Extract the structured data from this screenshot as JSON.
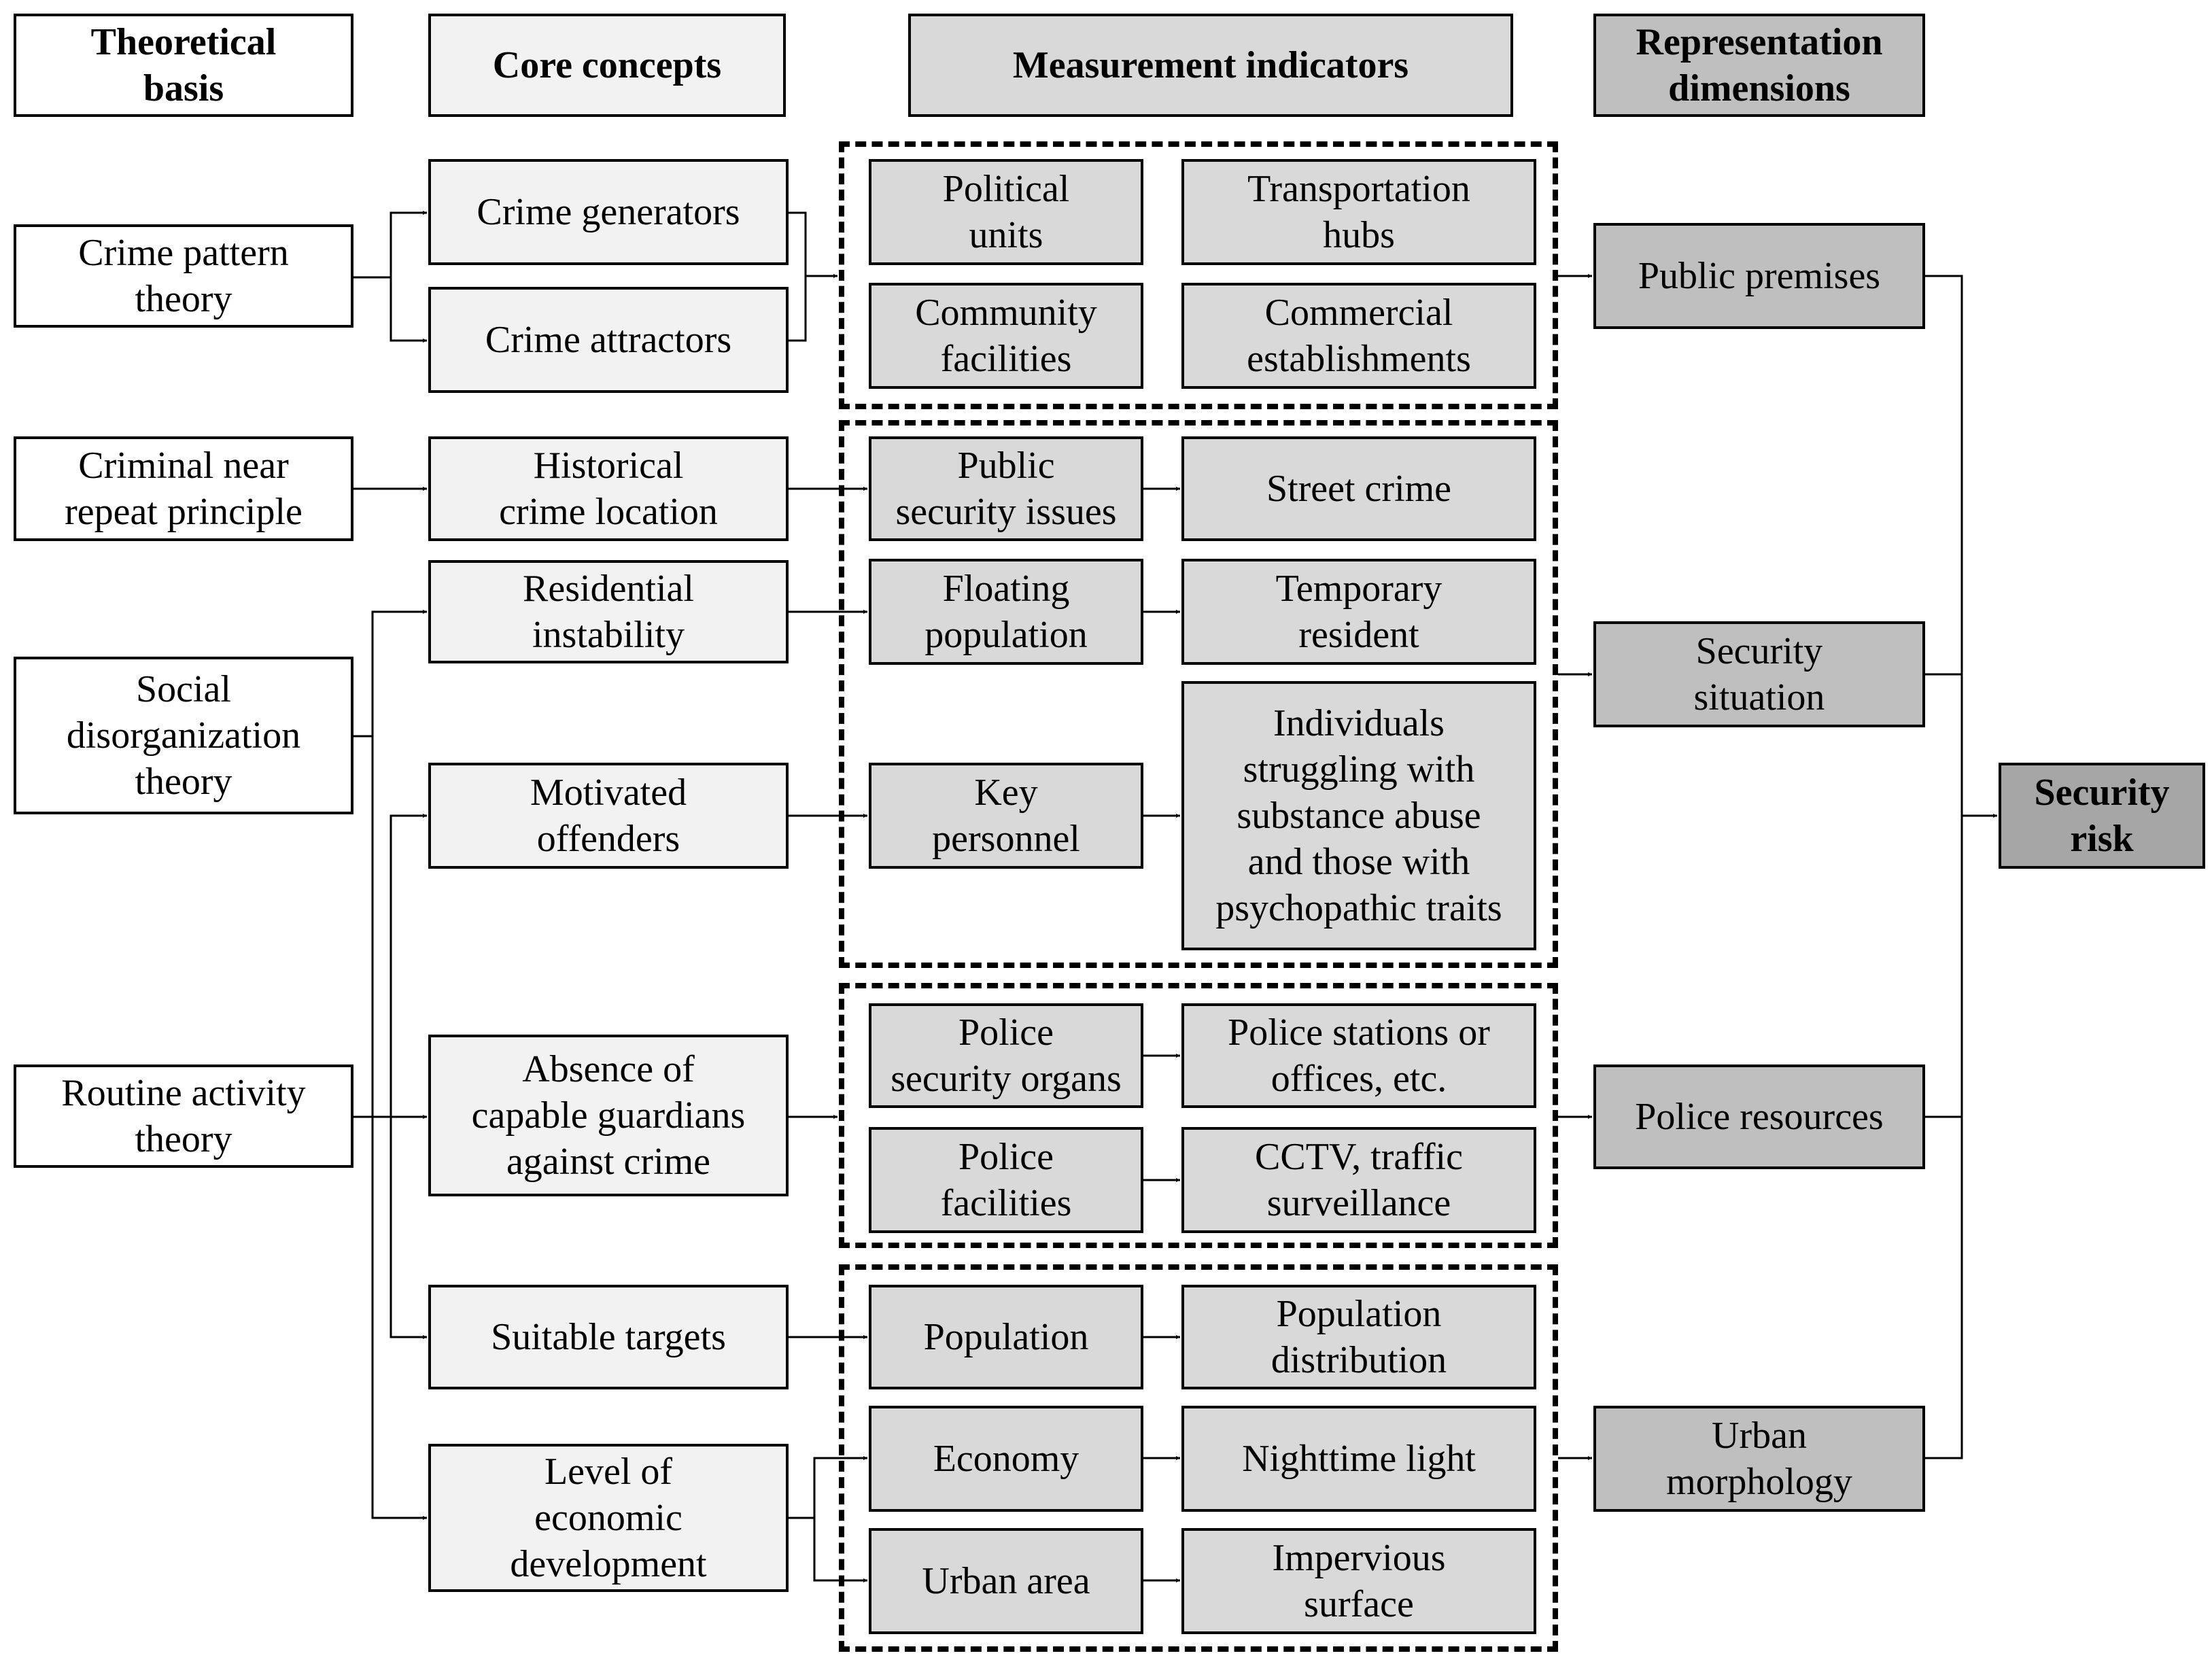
{
  "headers": {
    "theory": "Theoretical\nbasis",
    "concepts": "Core concepts",
    "indicators": "Measurement indicators",
    "dimensions": "Representation\ndimensions"
  },
  "theories": {
    "crime_pattern": "Crime pattern\ntheory",
    "near_repeat": "Criminal near\nrepeat principle",
    "social_disorg": "Social\ndisorganization\ntheory",
    "routine_activity": "Routine activity\ntheory"
  },
  "concepts": {
    "crime_generators": "Crime generators",
    "crime_attractors": "Crime attractors",
    "historical_crime": "Historical\ncrime location",
    "residential_instability": "Residential\ninstability",
    "motivated_offenders": "Motivated\noffenders",
    "absence_guardians": "Absence of\ncapable guardians\nagainst crime",
    "suitable_targets": "Suitable targets",
    "economic_development": "Level of\neconomic\ndevelopment"
  },
  "indicators": {
    "political_units": "Political\nunits",
    "transportation_hubs": "Transportation\nhubs",
    "community_facilities": "Community\nfacilities",
    "commercial_establishments": "Commercial\nestablishments",
    "public_security_issues": "Public\nsecurity issues",
    "street_crime": "Street crime",
    "floating_population": "Floating\npopulation",
    "temporary_resident": "Temporary\nresident",
    "key_personnel": "Key\npersonnel",
    "substance_abuse": "Individuals\nstruggling with\nsubstance abuse\nand those with\npsychopathic traits",
    "police_security_organs": "Police\nsecurity organs",
    "police_stations": "Police stations or\noffices, etc.",
    "police_facilities": "Police\nfacilities",
    "cctv": "CCTV, traffic\nsurveillance",
    "population": "Population",
    "population_distribution": "Population\ndistribution",
    "economy": "Economy",
    "nighttime_light": "Nighttime light",
    "urban_area": "Urban area",
    "impervious_surface": "Impervious\nsurface"
  },
  "dimensions": {
    "public_premises": "Public premises",
    "security_situation": "Security\nsituation",
    "police_resources": "Police resources",
    "urban_morphology": "Urban\nmorphology"
  },
  "outcome": {
    "security_risk": "Security\nrisk"
  },
  "colors": {
    "white": "#ffffff",
    "light_gray": "#f2f2f2",
    "gray": "#d9d9d9",
    "medium_gray": "#bfbfbf",
    "dark_gray": "#a6a6a6"
  }
}
